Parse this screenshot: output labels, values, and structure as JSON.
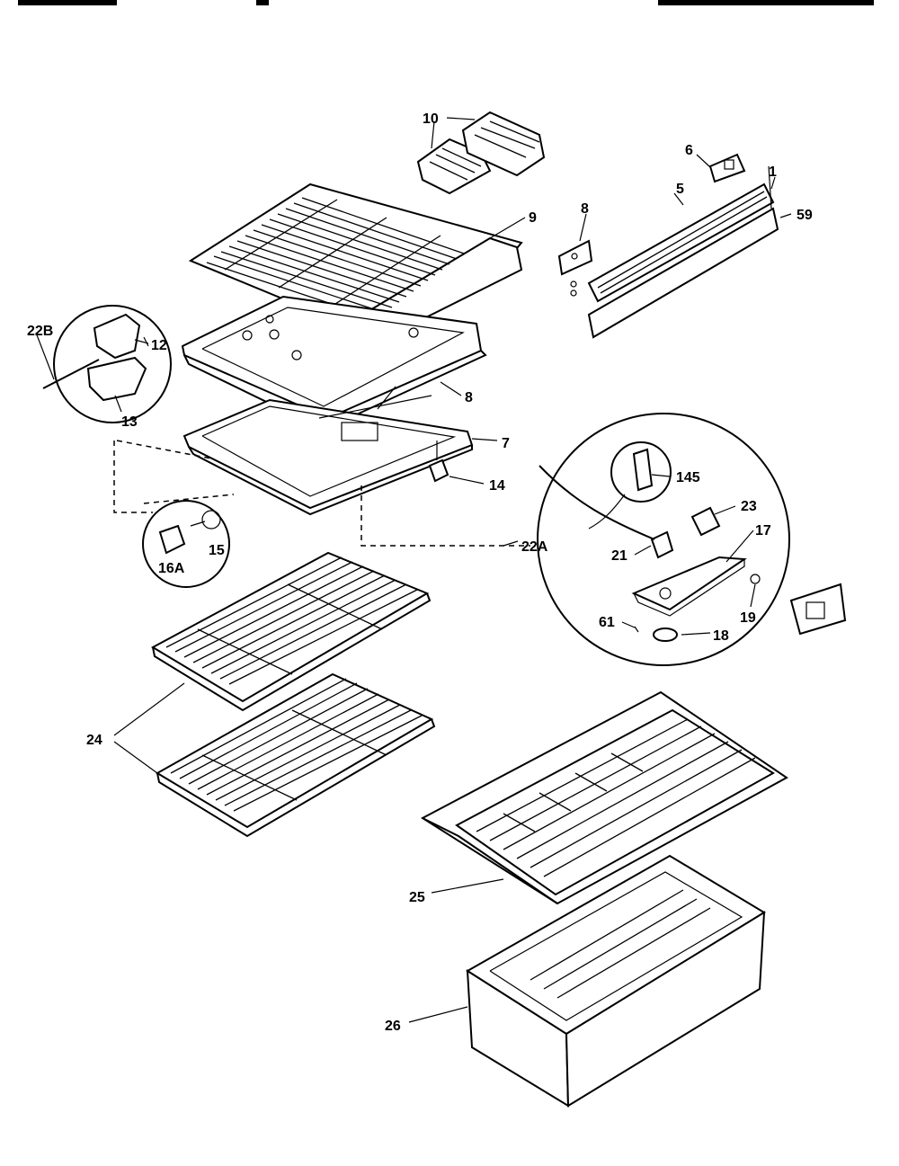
{
  "labels": {
    "l1": "1",
    "l5": "5",
    "l6": "6",
    "l7": "7",
    "l8a": "8",
    "l8b": "8",
    "l9": "9",
    "l10": "10",
    "l12": "12",
    "l13": "13",
    "l14": "14",
    "l15": "15",
    "l16a": "16A",
    "l17": "17",
    "l18": "18",
    "l19": "19",
    "l21": "21",
    "l22a": "22A",
    "l22b": "22B",
    "l23": "23",
    "l24": "24",
    "l25": "25",
    "l26": "26",
    "l59": "59",
    "l61": "61",
    "l145": "145"
  }
}
